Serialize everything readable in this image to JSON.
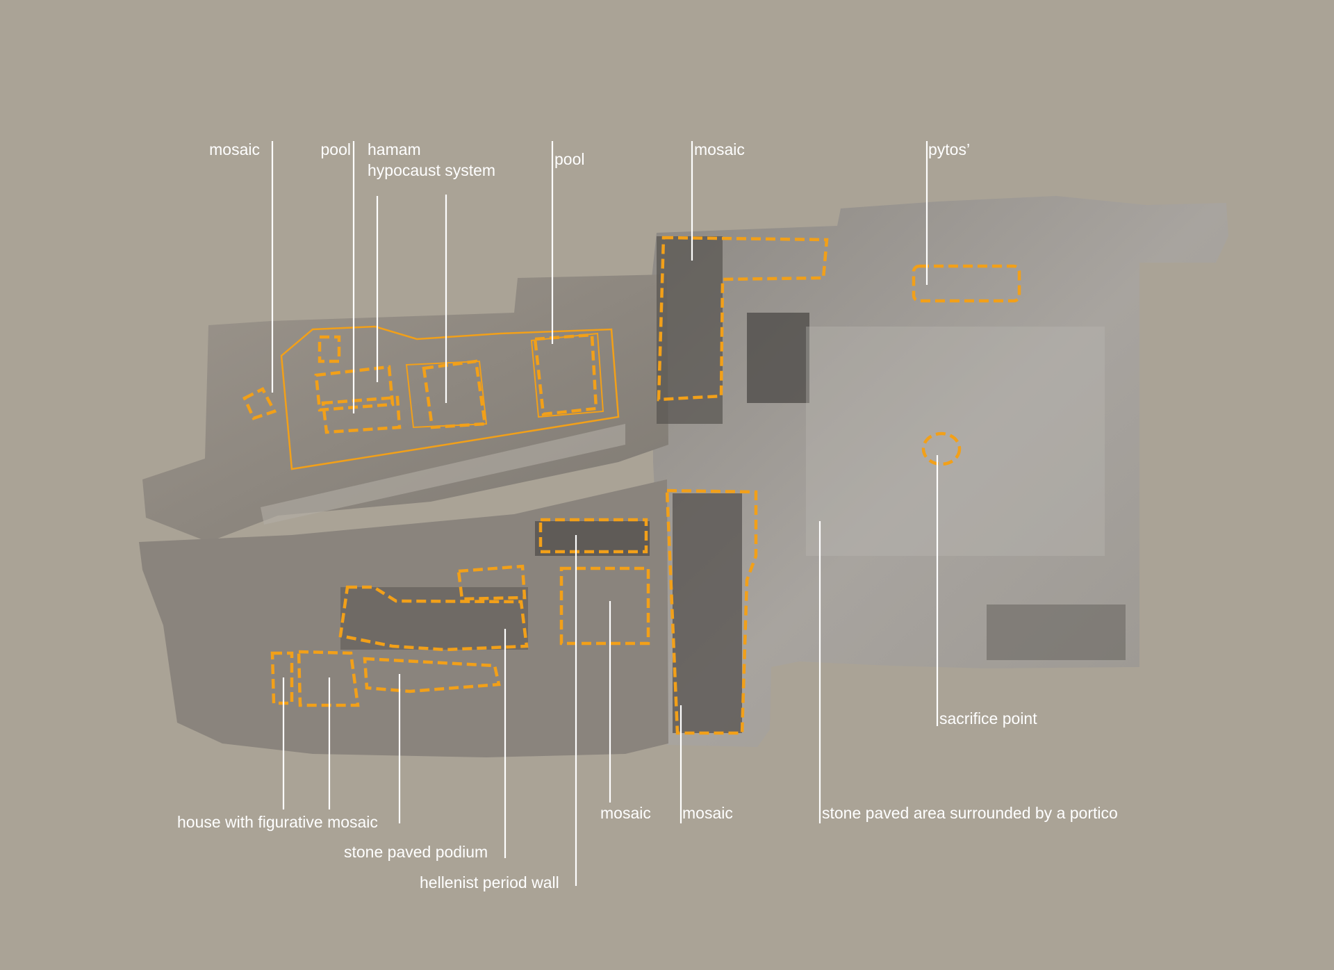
{
  "colors": {
    "background": "#aaa396",
    "site_ground": "#8f8a83",
    "leader_line": "#ffffff",
    "highlight": "#f2a019",
    "label_text": "#ffffff"
  },
  "labels": {
    "mosaic_1": "mosaic",
    "pool_1": "pool",
    "hamam": "hamam",
    "hypocaust": "hypocaust system",
    "pool_2": "pool",
    "mosaic_2": "mosaic",
    "pytos": "pytos’",
    "sacrifice_point": "sacrifice point",
    "house_figurative_mosaic": "house with figurative mosaic",
    "stone_paved_podium": "stone paved podium",
    "hellenist_wall": "hellenist period wall",
    "mosaic_3": "mosaic",
    "mosaic_4": "mosaic",
    "stone_paved_area": "stone paved area surrounded by  a portico"
  }
}
